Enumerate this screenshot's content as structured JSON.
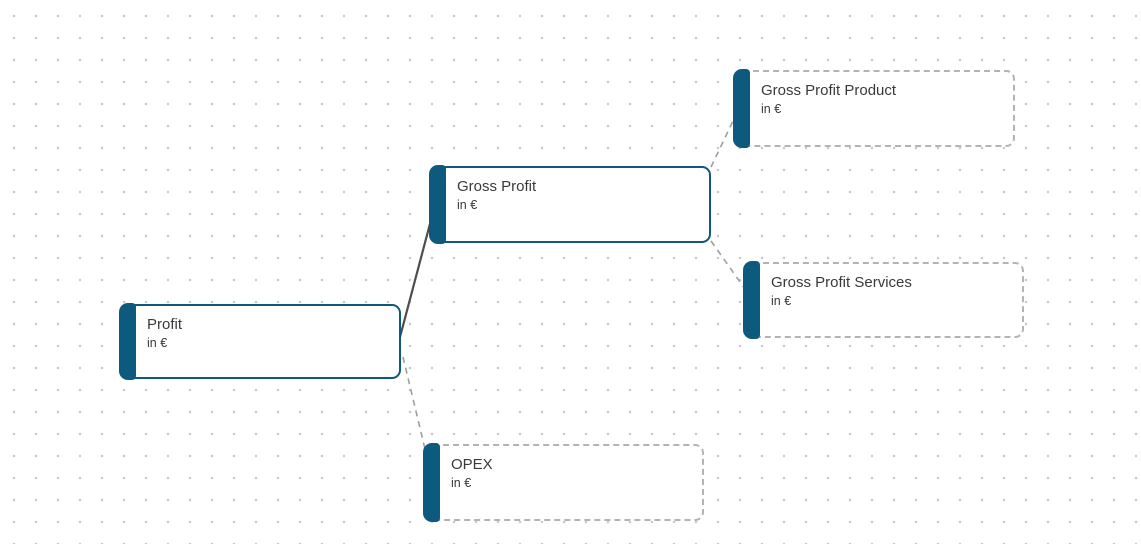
{
  "diagram": {
    "type": "kpi-driver-tree",
    "nodes": [
      {
        "id": "profit",
        "title": "Profit",
        "subtitle": "in €",
        "variant": "solid"
      },
      {
        "id": "gross-profit",
        "title": "Gross Profit",
        "subtitle": "in €",
        "variant": "solid"
      },
      {
        "id": "opex",
        "title": "OPEX",
        "subtitle": "in €",
        "variant": "dashed"
      },
      {
        "id": "gross-profit-product",
        "title": "Gross Profit Product",
        "subtitle": "in €",
        "variant": "dashed"
      },
      {
        "id": "gross-profit-services",
        "title": "Gross Profit Services",
        "subtitle": "in €",
        "variant": "dashed"
      }
    ],
    "edges": [
      {
        "from": "profit",
        "to": "gross-profit",
        "style": "solid"
      },
      {
        "from": "profit",
        "to": "opex",
        "style": "dashed"
      },
      {
        "from": "gross-profit",
        "to": "gross-profit-product",
        "style": "dashed"
      },
      {
        "from": "gross-profit",
        "to": "gross-profit-services",
        "style": "dashed"
      }
    ],
    "colors": {
      "accent_blue": "#0e5a7e",
      "solid_edge_gray": "#4d4d4d",
      "dashed_edge_gray": "#9e9e9e",
      "dashed_border_gray": "#b3b3b3",
      "dot_grid_gray": "#c9c9c9",
      "text": "#3a3a3a",
      "node_background": "#ffffff"
    }
  }
}
